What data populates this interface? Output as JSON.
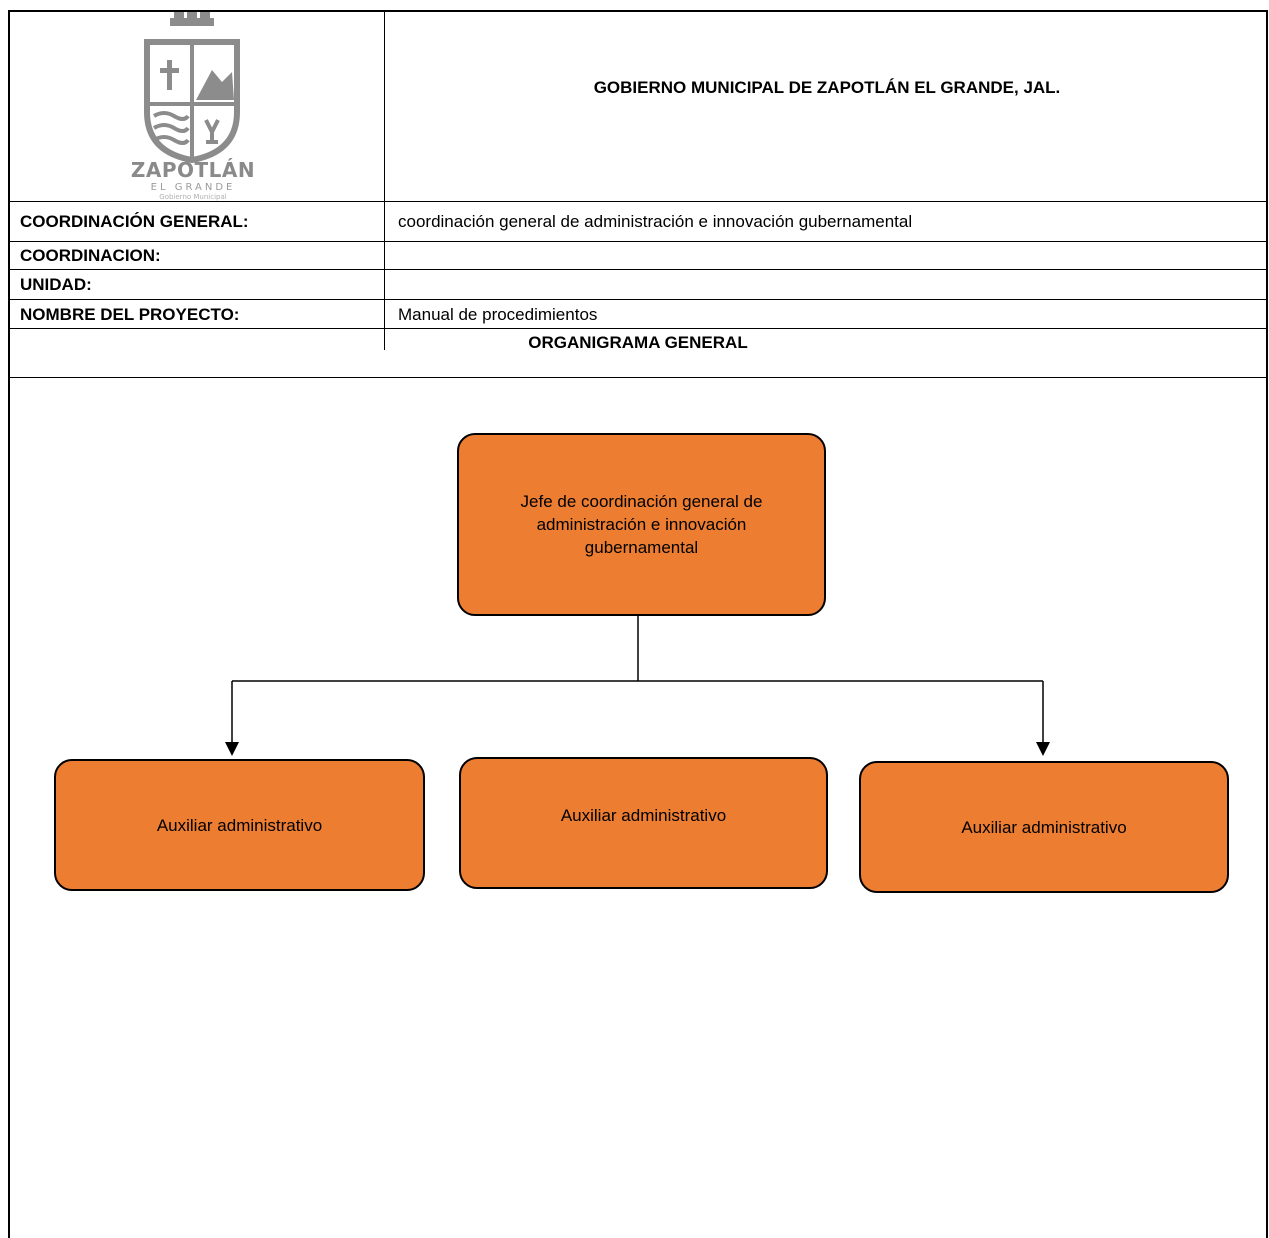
{
  "header": {
    "logo": {
      "name": "ZAPOTLÁN",
      "subtitle": "EL GRANDE",
      "subtitle2": "Gobierno Municipal"
    },
    "government_title": "GOBIERNO MUNICIPAL DE ZAPOTLÁN EL GRANDE, JAL."
  },
  "fields": [
    {
      "label": "COORDINACIÓN GENERAL:",
      "value": "coordinación general de administración e innovación gubernamental"
    },
    {
      "label": "COORDINACION:",
      "value": ""
    },
    {
      "label": "UNIDAD:",
      "value": ""
    },
    {
      "label": "NOMBRE DEL PROYECTO:",
      "value": "Manual de procedimientos"
    }
  ],
  "org_chart": {
    "title": "ORGANIGRAMA GENERAL",
    "root": "Jefe de coordinación general de administración e innovación gubernamental",
    "children": [
      "Auxiliar administrativo",
      "Auxiliar administrativo",
      "Auxiliar administrativo"
    ],
    "box_color": "#ed7d31"
  }
}
